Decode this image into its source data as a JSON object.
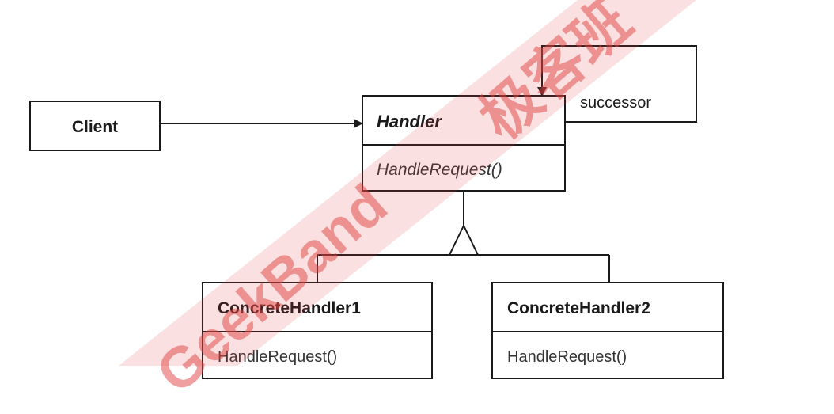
{
  "diagram": {
    "client": {
      "label": "Client"
    },
    "handler": {
      "name": "Handler",
      "operation": "HandleRequest()"
    },
    "successor_label": "successor",
    "concrete1": {
      "name": "ConcreteHandler1",
      "operation": "HandleRequest()"
    },
    "concrete2": {
      "name": "ConcreteHandler2",
      "operation": "HandleRequest()"
    }
  },
  "watermark": {
    "text": "GeekBand",
    "cjk": "极客班",
    "color": "#e04040"
  }
}
